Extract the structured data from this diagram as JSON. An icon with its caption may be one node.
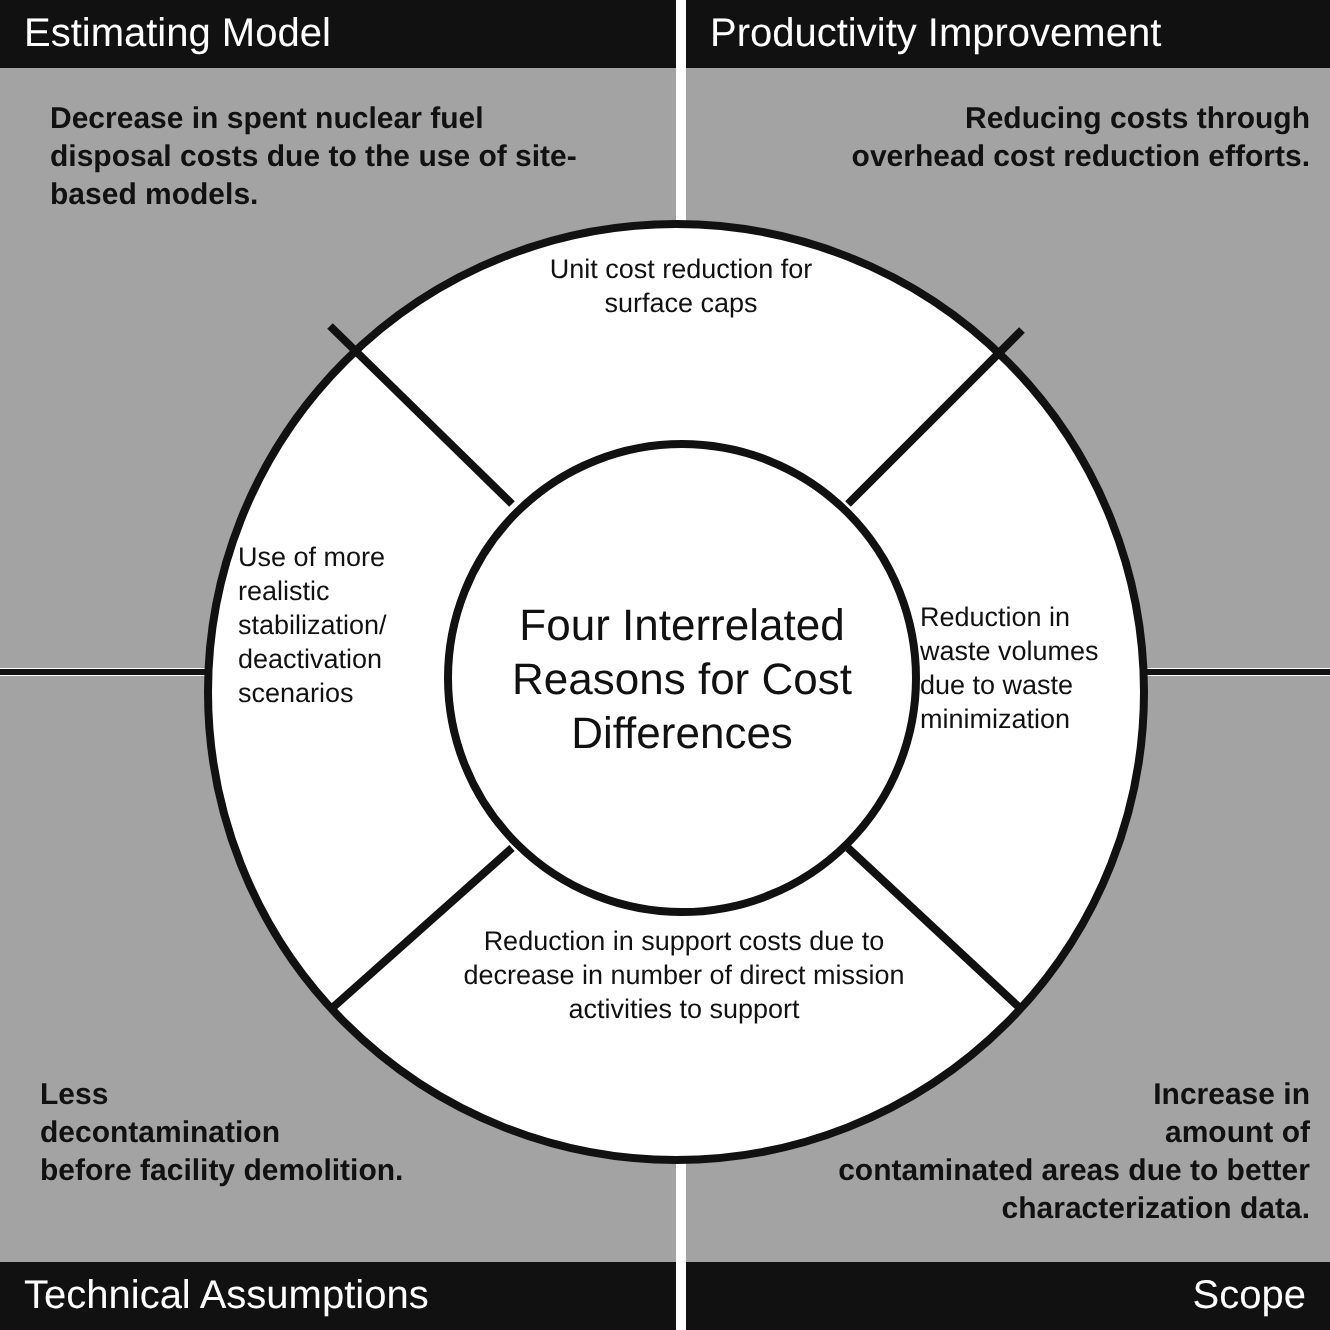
{
  "diagram": {
    "nodes": [
      {
        "text": [
          "Estimating Model",
          "Decrease in spent nuclear fuel disposal costs due to the use of site-based models."
        ]
      },
      {
        "text": [
          "Productivity Improvement",
          "Reducing costs through overhead cost reduction efforts."
        ]
      },
      {
        "text": [
          "Unit cost reduction for surface caps"
        ]
      },
      {
        "text": [
          "Use of more realistic stabilization/ deactivation scenarios"
        ]
      },
      {
        "text": [
          "Four Interrelated Reasons for Cost Differences"
        ]
      },
      {
        "text": [
          "Reduction in waste volumes due to waste minimization"
        ]
      },
      {
        "text": [
          "Reduction in support costs due to decrease in number of direct mission activities to support"
        ]
      },
      {
        "text": [
          "Less decontamination before facility demolition.",
          "Technical Assumptions"
        ]
      },
      {
        "text": [
          "Increase in amount of contaminated areas due to better characterization data.",
          "Scope"
        ]
      }
    ]
  }
}
